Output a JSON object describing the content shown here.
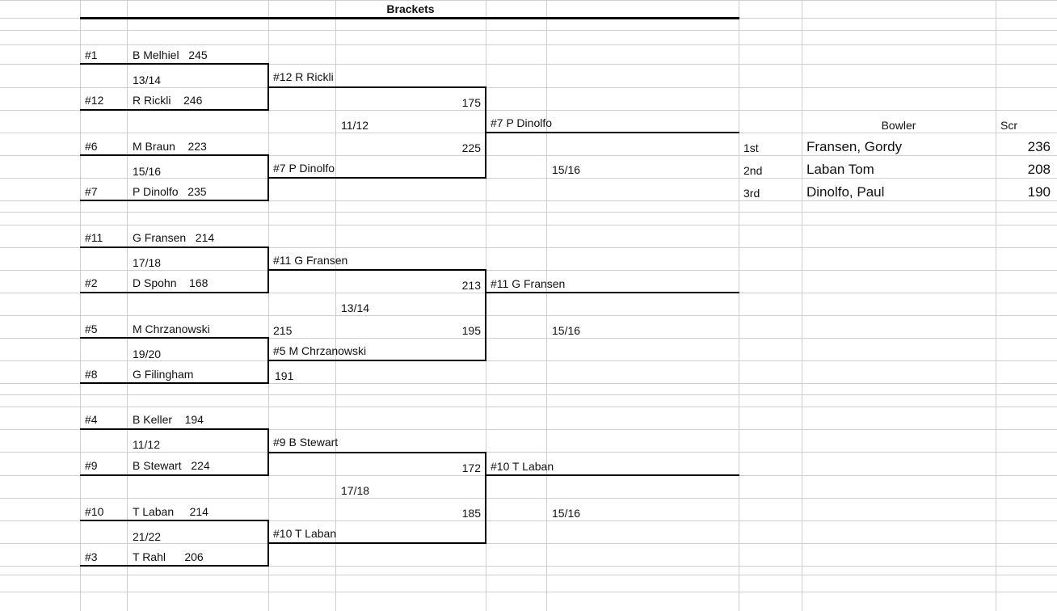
{
  "title": "Brackets",
  "round1": [
    {
      "seed": "#1",
      "label": "B Melhiel   245"
    },
    {
      "games": "13/14"
    },
    {
      "seed": "#12",
      "label": "R Rickli    246"
    },
    {
      "seed": "#6",
      "label": "M Braun    223"
    },
    {
      "games": "15/16"
    },
    {
      "seed": "#7",
      "label": "P Dinolfo   235"
    },
    {
      "seed": "#11",
      "label": "G Fransen   214"
    },
    {
      "games": "17/18"
    },
    {
      "seed": "#2",
      "label": "D Spohn    168"
    },
    {
      "seed": "#5",
      "label": "M Chrzanowski"
    },
    {
      "games": "19/20"
    },
    {
      "seed": "#8",
      "label": "G Filingham"
    },
    {
      "seed": "#4",
      "label": "B Keller    194"
    },
    {
      "games": "11/12"
    },
    {
      "seed": "#9",
      "label": "B Stewart   224"
    },
    {
      "seed": "#10",
      "label": "T Laban     214"
    },
    {
      "games": "21/22"
    },
    {
      "seed": "#3",
      "label": "T Rahl      206"
    }
  ],
  "round2": {
    "m1_winner": "#12 R Rickli",
    "m1_score": "175",
    "m1_games": "11/12",
    "m2_score": "225",
    "m2_winner": "#7 P Dinolfo",
    "m3_winner": "#11 G Fransen",
    "m3_score": "213",
    "m3_games": "13/14",
    "m4_score_left": "215",
    "m4_score": "195",
    "m4_winner": "#5 M Chrzanowski",
    "m4_score_b": "191",
    "m5_winner": "#9 B Stewart",
    "m5_score": "172",
    "m5_games": "17/18",
    "m6_score": "185",
    "m6_winner": "#10 T Laban"
  },
  "round3": {
    "top_winner": "#7 P Dinolfo",
    "top_games": "15/16",
    "mid_winner": "#11 G Fransen",
    "mid_games": "15/16",
    "bot_winner": "#10 T Laban",
    "bot_games": "15/16"
  },
  "results": {
    "header_bowler": "Bowler",
    "header_score": "Scr",
    "rows": [
      {
        "place": "1st",
        "bowler": "Fransen, Gordy",
        "score": "236"
      },
      {
        "place": "2nd",
        "bowler": "Laban Tom",
        "score": "208"
      },
      {
        "place": "3rd",
        "bowler": "Dinolfo, Paul",
        "score": "190"
      }
    ]
  }
}
